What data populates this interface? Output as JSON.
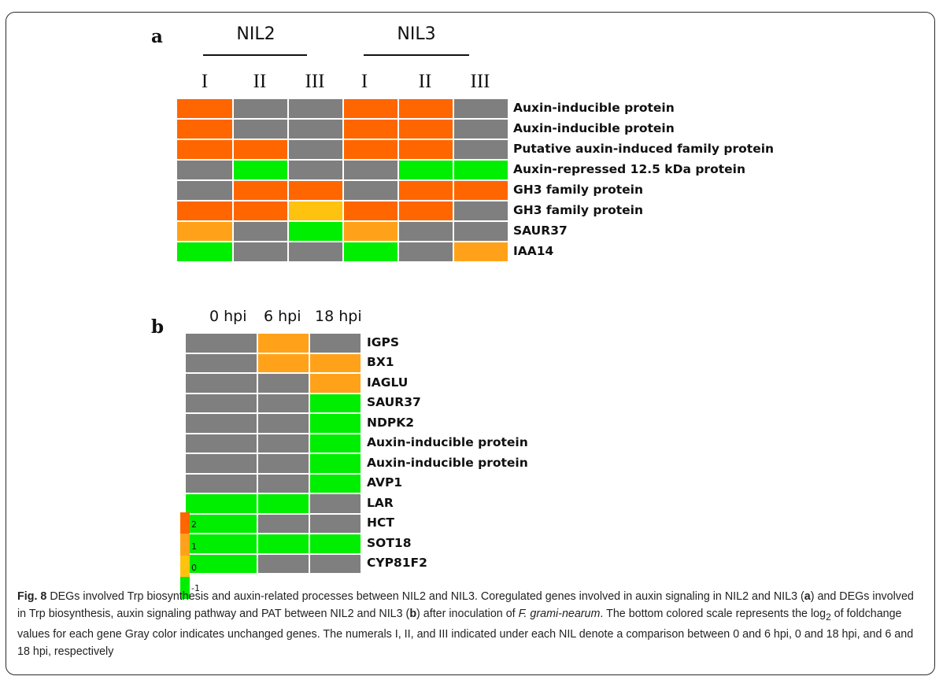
{
  "figure": {
    "panel_a": {
      "letter": "a",
      "groups": [
        {
          "label": "NIL2",
          "columns": [
            "I",
            "II",
            "III"
          ]
        },
        {
          "label": "NIL3",
          "columns": [
            "I",
            "II",
            "III"
          ]
        }
      ],
      "rows": [
        {
          "label": "Auxin-inducible  protein",
          "values": [
            "up",
            "unchanged",
            "unchanged",
            "up",
            "up",
            "unchanged"
          ]
        },
        {
          "label": "Auxin-inducible  protein",
          "values": [
            "up",
            "unchanged",
            "unchanged",
            "up",
            "up",
            "unchanged"
          ]
        },
        {
          "label": "Putative auxin-induced  family protein",
          "values": [
            "up",
            "up",
            "unchanged",
            "up",
            "up",
            "unchanged"
          ]
        },
        {
          "label": "Auxin-repressed 12.5 kDa protein",
          "values": [
            "unchanged",
            "down",
            "unchanged",
            "unchanged",
            "down",
            "down"
          ]
        },
        {
          "label": "GH3 family protein",
          "values": [
            "unchanged",
            "up",
            "up",
            "unchanged",
            "up",
            "up"
          ]
        },
        {
          "label": "GH3 family protein",
          "values": [
            "up",
            "up",
            "low",
            "up",
            "up",
            "unchanged"
          ]
        },
        {
          "label": "SAUR37",
          "values": [
            "mid",
            "unchanged",
            "down",
            "mid",
            "unchanged",
            "unchanged"
          ]
        },
        {
          "label": "IAA14",
          "values": [
            "down",
            "unchanged",
            "unchanged",
            "down",
            "unchanged",
            "mid"
          ]
        }
      ]
    },
    "panel_b": {
      "letter": "b",
      "columns": [
        "0 hpi",
        "6 hpi",
        "18 hpi"
      ],
      "rows": [
        {
          "label": "IGPS",
          "values": [
            "unchanged",
            "mid",
            "unchanged"
          ]
        },
        {
          "label": "BX1",
          "values": [
            "unchanged",
            "mid",
            "mid"
          ]
        },
        {
          "label": "IAGLU",
          "values": [
            "unchanged",
            "unchanged",
            "mid"
          ]
        },
        {
          "label": "SAUR37",
          "values": [
            "unchanged",
            "unchanged",
            "down"
          ]
        },
        {
          "label": "NDPK2",
          "values": [
            "unchanged",
            "unchanged",
            "down"
          ]
        },
        {
          "label": "Auxin-inducible  protein",
          "values": [
            "unchanged",
            "unchanged",
            "down"
          ]
        },
        {
          "label": "Auxin-inducible  protein",
          "values": [
            "unchanged",
            "unchanged",
            "down"
          ]
        },
        {
          "label": "AVP1",
          "values": [
            "unchanged",
            "unchanged",
            "down"
          ]
        },
        {
          "label": "LAR",
          "values": [
            "down",
            "down",
            "unchanged"
          ]
        },
        {
          "label": "HCT",
          "values": [
            "down",
            "unchanged",
            "unchanged"
          ]
        },
        {
          "label": "SOT18",
          "values": [
            "down",
            "down",
            "down"
          ]
        },
        {
          "label": "CYP81F2",
          "values": [
            "down",
            "unchanged",
            "unchanged"
          ]
        }
      ]
    },
    "legend": {
      "ticks": [
        "2",
        "1",
        "0",
        "-1"
      ],
      "colors": [
        "#ff6600",
        "#ffa21a",
        "#ffc20e",
        "#00ee00"
      ]
    },
    "colors": {
      "up": "#ff6600",
      "mid": "#ffa21a",
      "low": "#ffc20e",
      "down": "#00ee00",
      "unchanged": "#7f7f7f"
    },
    "caption": {
      "fig_number": "Fig. 8",
      "parts": [
        " DEGs involved Trp biosynthesis and auxin-related processes between NIL2 and NIL3. Coregulated genes involved in auxin signaling in NIL2 and NIL3 (",
        "a",
        ") and DEGs involved in Trp biosynthesis, auxin signaling pathway and PAT between NIL2 and NIL3 (",
        "b",
        ") after inoculation of ",
        "F. grami-nearum",
        ". The bottom colored scale represents the log",
        "2",
        " of foldchange values for each gene Gray color indicates unchanged genes. The numerals I, II, and III indicated under each NIL denote a comparison between 0 and 6 hpi, 0 and 18 hpi, and 6 and 18 hpi, respectively"
      ]
    }
  }
}
